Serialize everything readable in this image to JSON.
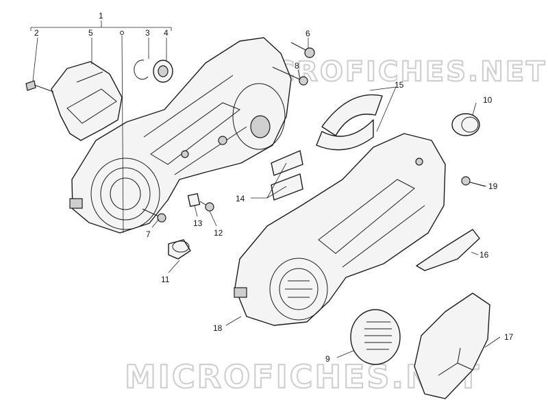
{
  "watermark": {
    "text": "MICROFICHES.NET"
  },
  "callouts": {
    "c1": "1",
    "c2": "2",
    "c3": "3",
    "c4": "4",
    "c5": "5",
    "c6": "6",
    "c7": "7",
    "c8": "8",
    "c9": "9",
    "c10": "10",
    "c11": "11",
    "c12": "12",
    "c13": "13",
    "c14": "14",
    "c15": "15",
    "c16": "16",
    "c17": "17",
    "c18": "18",
    "c19": "19"
  }
}
